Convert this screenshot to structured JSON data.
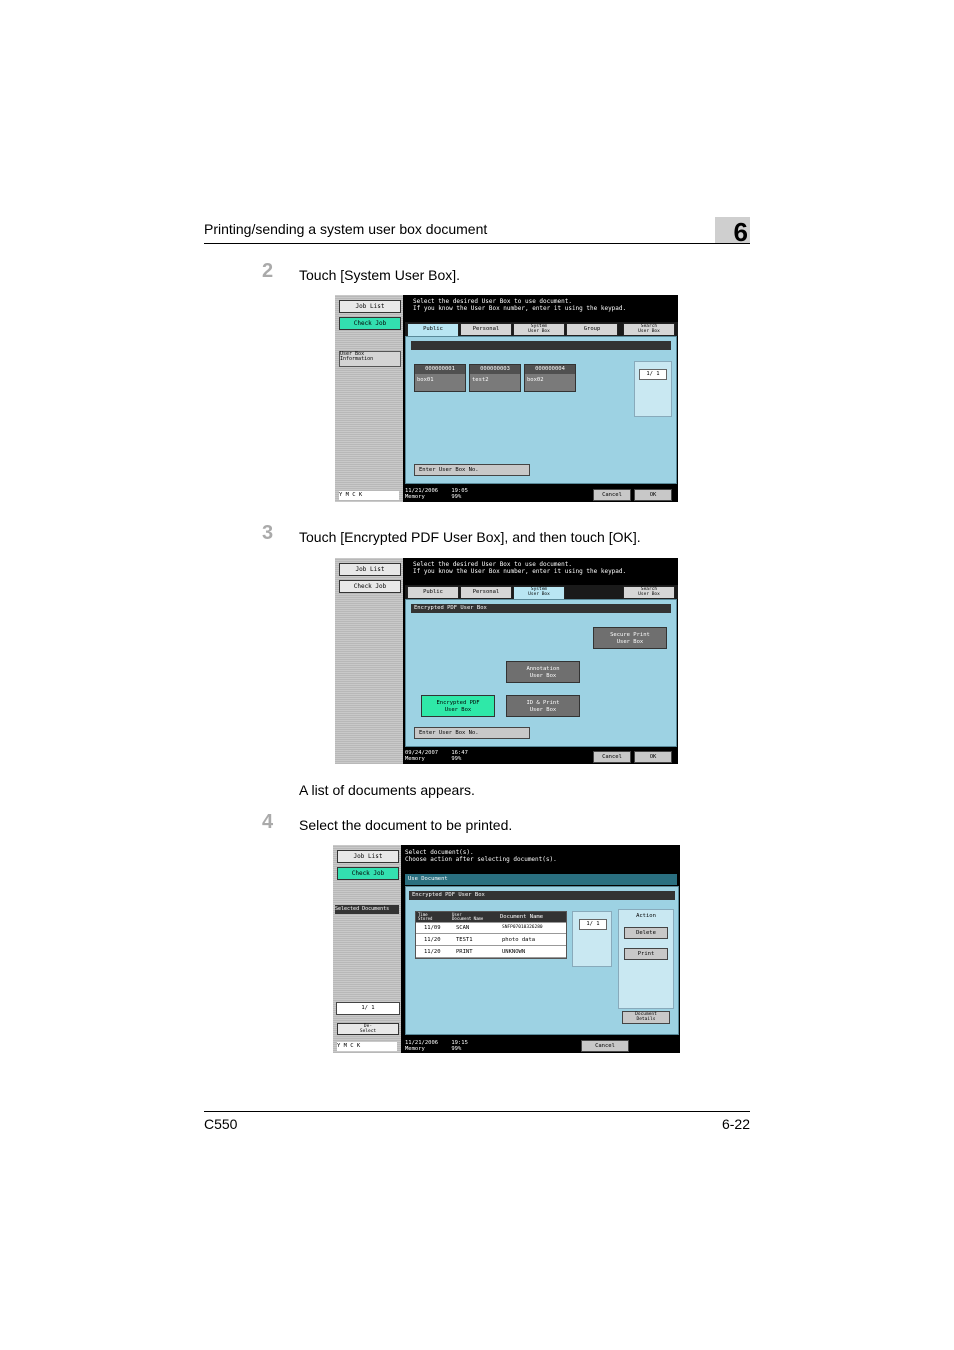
{
  "header": {
    "title": "Printing/sending a system user box document",
    "chapter": "6"
  },
  "footer": {
    "left": "C550",
    "right": "6-22"
  },
  "steps": [
    {
      "num": "2",
      "text": "Touch [System User Box]."
    },
    {
      "num": "3",
      "text": "Touch [Encrypted PDF User Box], and then touch [OK]."
    },
    {
      "num": "4",
      "text": "Select the document to be printed."
    }
  ],
  "note": "A list of documents appears.",
  "screen1": {
    "job_list": "Job List",
    "check_job": "Check Job",
    "side_info": "User Box\nInformation",
    "message": "Select the desired User Box to use document.\nIf you know the User Box number, enter it using the keypad.",
    "tabs": [
      "Public",
      "Personal",
      "System\nUser Box",
      "Group",
      "Search\nUser Box"
    ],
    "boxes": [
      {
        "num": "000000001",
        "name": "box01"
      },
      {
        "num": "000000003",
        "name": "test2"
      },
      {
        "num": "000000004",
        "name": "box02"
      }
    ],
    "page": "1/  1",
    "enter_box": "Enter User Box No.",
    "datetime": "11/21/2006    19:05\nMemory        99%",
    "cancel": "Cancel",
    "ok": "OK",
    "cmyk": "Y  M  C  K"
  },
  "screen2": {
    "job_list": "Job List",
    "check_job": "Check Job",
    "message": "Select the desired User Box to use document.\nIf you know the User Box number, enter it using the keypad.",
    "tabs": [
      "Public",
      "Personal",
      "System\nUser Box",
      "Search\nUser Box"
    ],
    "bar": "Encrypted PDF User Box",
    "btn_secure": "Secure Print\nUser Box",
    "btn_annotation": "Annotation\nUser Box",
    "btn_encrypted": "Encrypted PDF\nUser Box",
    "btn_idprint": "ID & Print\nUser Box",
    "enter_box": "Enter User Box No.",
    "datetime": "09/24/2007    16:47\nMemory        99%",
    "cancel": "Cancel",
    "ok": "OK"
  },
  "screen3": {
    "job_list": "Job List",
    "check_job": "Check Job",
    "selected_docs": "Selected Documents",
    "message": "Select document(s).\nChoose action after selecting document(s).",
    "use_document": "Use Document",
    "bar": "Encrypted PDF User Box",
    "columns": [
      "Time\nStored",
      "User\nDocument Name",
      "Document Name"
    ],
    "rows": [
      {
        "time": "11/09",
        "user": "SCAN",
        "doc": "SNFP07010326280"
      },
      {
        "time": "11/20",
        "user": "TEST1",
        "doc": "photo data"
      },
      {
        "time": "11/20",
        "user": "PRINT",
        "doc": "UNKNOWN"
      }
    ],
    "page": "1/  1",
    "action_label": "Action",
    "delete": "Delete",
    "print": "Print",
    "doc_details": "Document\nDetails",
    "side_page": "1/  1",
    "de_select": "De-\nSelect",
    "datetime": "11/21/2006    19:15\nMemory        99%",
    "cancel": "Cancel",
    "cmyk": "Y  M  C  K"
  }
}
